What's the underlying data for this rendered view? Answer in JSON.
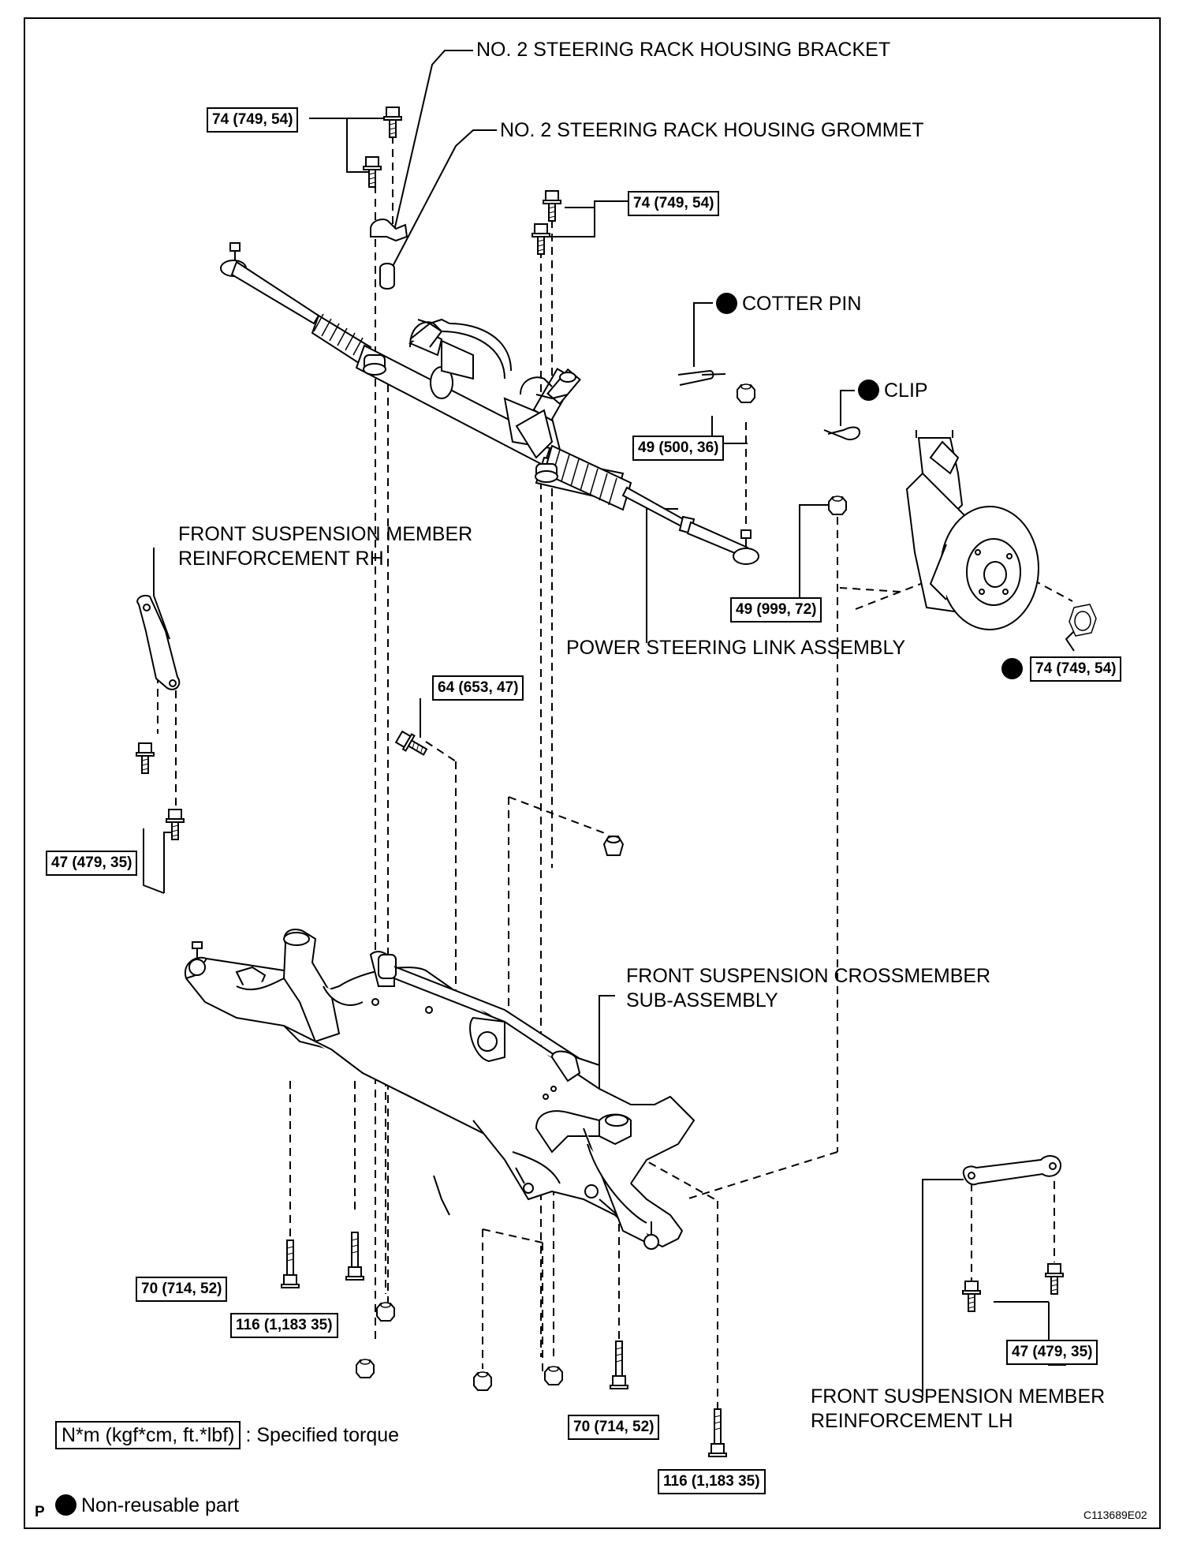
{
  "labels": {
    "bracket": "NO. 2 STEERING RACK HOUSING BRACKET",
    "grommet": "NO. 2 STEERING RACK HOUSING GROMMET",
    "cotter_pin": "COTTER PIN",
    "clip": "CLIP",
    "reinf_rh_1": "FRONT SUSPENSION MEMBER",
    "reinf_rh_2": "REINFORCEMENT RH",
    "link_assembly": "POWER STEERING LINK ASSEMBLY",
    "crossmember_1": "FRONT SUSPENSION CROSSMEMBER",
    "crossmember_2": "SUB-ASSEMBLY",
    "reinf_lh_1": "FRONT SUSPENSION MEMBER",
    "reinf_lh_2": "REINFORCEMENT LH"
  },
  "torques": {
    "t1": "74 (749, 54)",
    "t2": "74 (749, 54)",
    "t3": "49 (500, 36)",
    "t4": "49 (999, 72)",
    "t5": "74 (749, 54)",
    "t6": "64 (653, 47)",
    "t7": "47 (479, 35)",
    "t8": "70 (714, 52)",
    "t9": "116 (1,183 35)",
    "t10": "70 (714, 52)",
    "t11": "116 (1,183 35)",
    "t12": "47 (479, 35)"
  },
  "legend": {
    "unit_box": "N*m (kgf*cm, ft.*lbf)",
    "unit_text": ": Specified torque",
    "nonreusable": "Non-reusable part"
  },
  "corner_letter": "P",
  "figure_code": "C113689E02"
}
